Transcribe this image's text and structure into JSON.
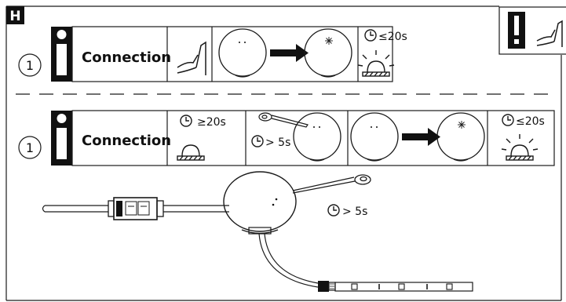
{
  "panel_label": "H",
  "info_icon_letter": "i",
  "warning_icon_glyph": "!",
  "row1": {
    "step_number": "1",
    "info_label": "Connection",
    "timing_label": "≤20s"
  },
  "row2": {
    "step_number": "1",
    "info_label": "Connection",
    "long_press_label": "≥20s",
    "pin_hold_label": "> 5s",
    "timing_label": "≤20s"
  },
  "wiring": {
    "pin_hold_label": "> 5s"
  },
  "icons": [
    "clock-icon",
    "info-icon",
    "warning-icon",
    "hand-press-icon",
    "arrow-right-icon",
    "led-flash-icon",
    "button-press-icon",
    "reset-pin-icon",
    "led-strip-icon",
    "connector-icon"
  ]
}
